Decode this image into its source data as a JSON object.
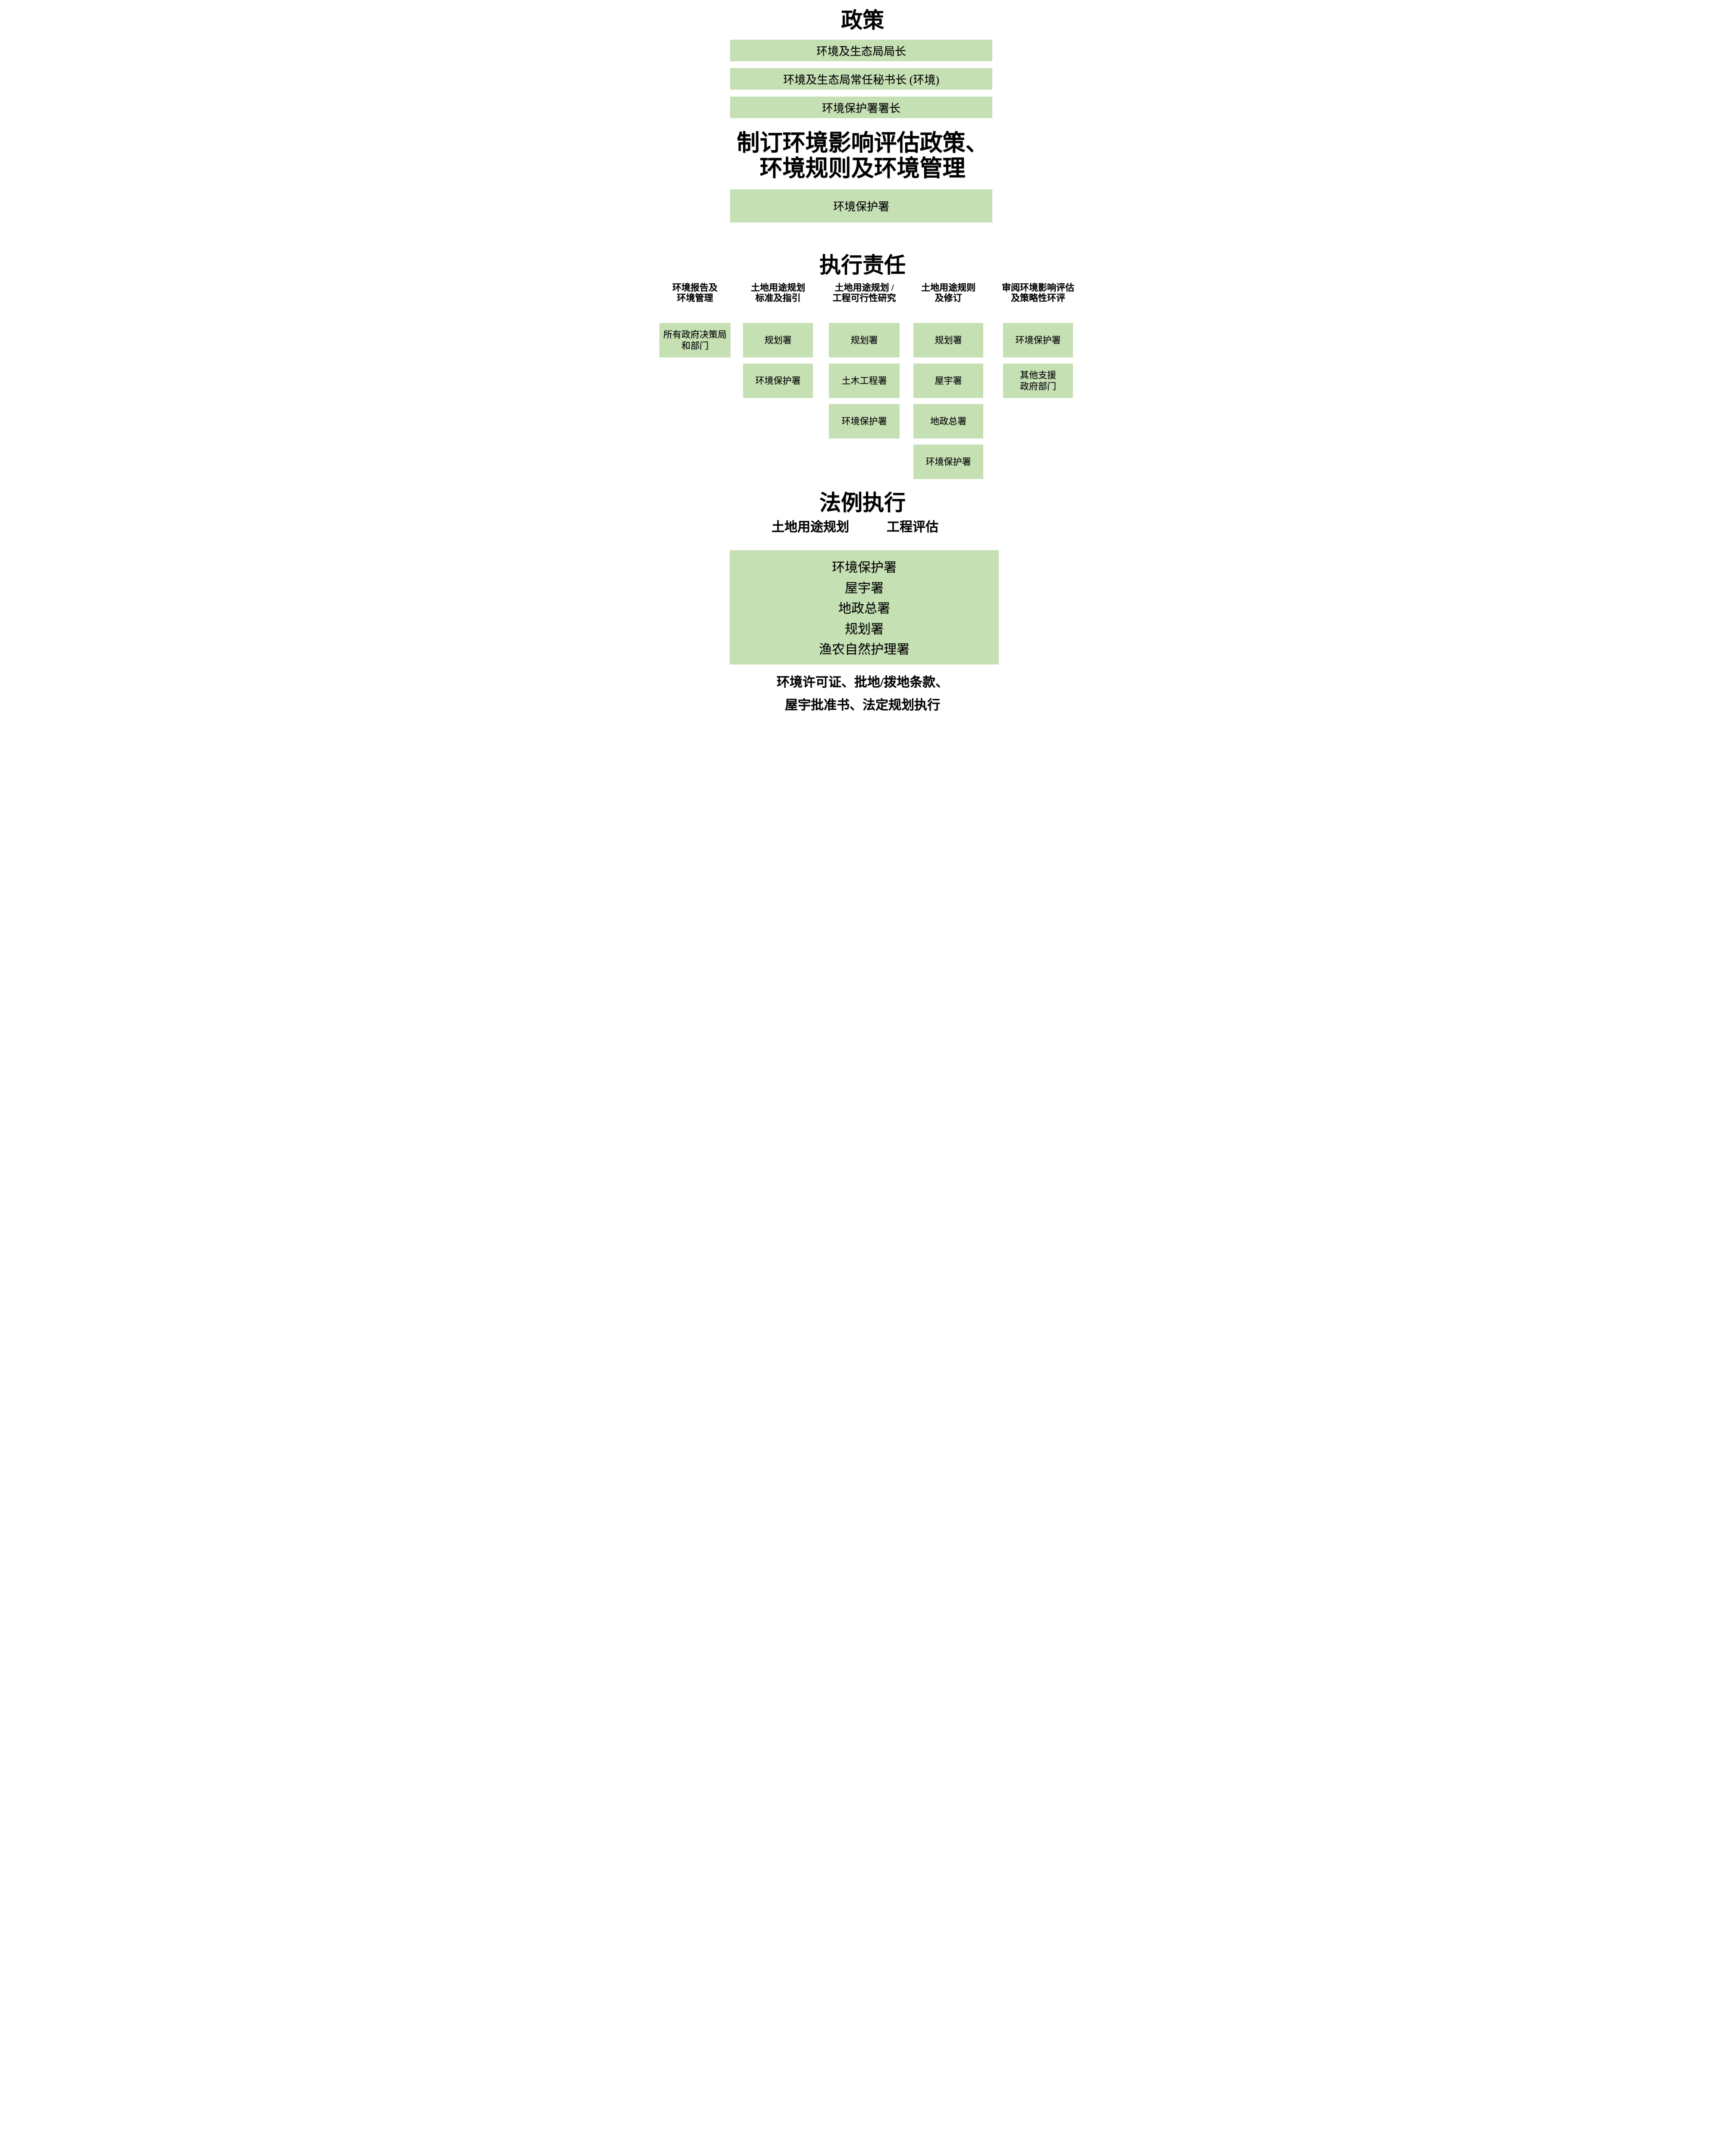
{
  "colors": {
    "background": "#ffffff",
    "box_fill": "#c5e0b3",
    "text": "#000000"
  },
  "policy_section": {
    "title": "政策",
    "bars": [
      "环境及生态局局长",
      "环境及生态局常任秘书长 (环境)",
      "环境保护署署长"
    ],
    "mission_lines": [
      "制订环境影响评估政策、",
      "环境规则及环境管理"
    ],
    "agency_bar": "环境保护署"
  },
  "execution_section": {
    "title": "执行责任",
    "columns": [
      {
        "header_lines": [
          "环境报告及",
          "环境管理"
        ],
        "boxes": [
          [
            "所有政府决策局",
            "和部门"
          ]
        ]
      },
      {
        "header_lines": [
          "土地用途规划",
          "标准及指引"
        ],
        "boxes": [
          [
            "规划署"
          ],
          [
            "环境保护署"
          ]
        ]
      },
      {
        "header_lines": [
          "土地用途规划 /",
          "工程可行性研究"
        ],
        "boxes": [
          [
            "规划署"
          ],
          [
            "土木工程署"
          ],
          [
            "环境保护署"
          ]
        ]
      },
      {
        "header_lines": [
          "土地用途规则",
          "及修订"
        ],
        "boxes": [
          [
            "规划署"
          ],
          [
            "屋宇署"
          ],
          [
            "地政总署"
          ],
          [
            "环境保护署"
          ]
        ]
      },
      {
        "header_lines": [
          "审阅环境影响评估",
          "及策略性环评"
        ],
        "boxes": [
          [
            "环境保护署"
          ],
          [
            "其他支援",
            "政府部门"
          ]
        ]
      }
    ]
  },
  "legislation_section": {
    "title": "法例执行",
    "labels": [
      "土地用途规划",
      "工程评估"
    ],
    "box_lines": [
      "环境保护署",
      "屋宇署",
      "地政总署",
      "规划署",
      "渔农自然护理署"
    ],
    "footer_lines": [
      "环境许可证、批地/拨地条款、",
      "屋宇批准书、法定规划执行"
    ]
  }
}
